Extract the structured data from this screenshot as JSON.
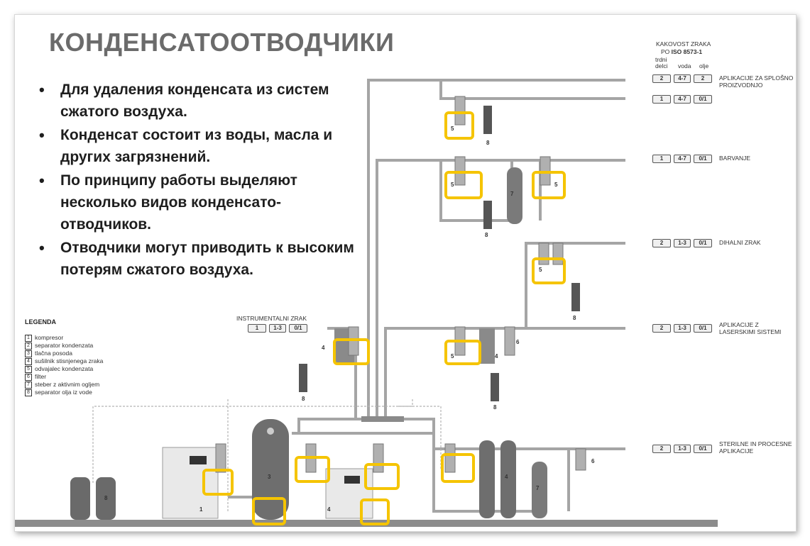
{
  "title": "КОНДЕНСАТООТВОДЧИКИ",
  "bullets": [
    "Для удаления конденсата из систем сжатого воздуха.",
    "Конденсат состоит из воды, масла и других загрязнений.",
    "По принципу работы выделяют несколько видов конденсато-отводчиков.",
    "Отводчики могут приводить к высоким потерям сжатого воздуха."
  ],
  "legend": {
    "title": "LEGENDA",
    "items": [
      {
        "num": "1",
        "label": "kompresor"
      },
      {
        "num": "2",
        "label": "separator kondenzata"
      },
      {
        "num": "3",
        "label": "tlačna posoda"
      },
      {
        "num": "4",
        "label": "sušilnik stisnjenega zraka"
      },
      {
        "num": "5",
        "label": "odvajalec kondenzata"
      },
      {
        "num": "6",
        "label": "filter"
      },
      {
        "num": "7",
        "label": "steber z aktivnim ogljem"
      },
      {
        "num": "8",
        "label": "separator olja iz vode"
      }
    ]
  },
  "quality_header": {
    "line1": "KAKOVOST ZRAKA",
    "line2_prefix": "PO ",
    "line2_bold": "ISO 8573-1",
    "col1a": "trdni",
    "col1b": "delci",
    "col2": "voda",
    "col3": "olje"
  },
  "applications": [
    {
      "label1": "APLIKACIJE ZA SPLOŠNO",
      "label2": "PROIZVODNJO",
      "q": [
        "2",
        "4-7",
        "2"
      ]
    },
    {
      "label1": "",
      "label2": "",
      "q": [
        "1",
        "4-7",
        "0/1"
      ]
    },
    {
      "label1": "BARVANJE",
      "label2": "",
      "q": [
        "1",
        "4-7",
        "0/1"
      ]
    },
    {
      "label1": "DIHALNI ZRAK",
      "label2": "",
      "q": [
        "2",
        "1-3",
        "0/1"
      ]
    },
    {
      "label1": "APLIKACIJE Z",
      "label2": "LASERSKIMI SISTEMI",
      "q": [
        "2",
        "1-3",
        "0/1"
      ]
    },
    {
      "label1": "STERILNE IN PROCESNE",
      "label2": "APLIKACIJE",
      "q": [
        "2",
        "1-3",
        "0/1"
      ]
    }
  ],
  "instrumental": {
    "label": "INSTRUMENTALNI ZRAK",
    "q": [
      "1",
      "1-3",
      "0/1"
    ]
  },
  "colors": {
    "highlight": "#f5c400",
    "pipe": "#9a9a9a",
    "equipment": "#7a7a7a"
  },
  "component_numbers": [
    "1",
    "2",
    "3",
    "4",
    "5",
    "6",
    "7",
    "8"
  ]
}
